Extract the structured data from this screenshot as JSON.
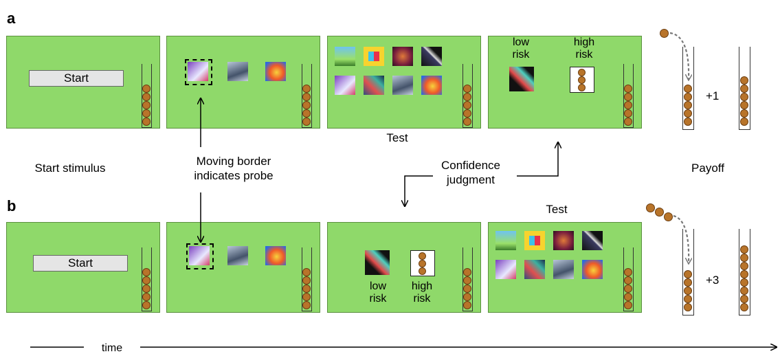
{
  "panels": {
    "a": "a",
    "b": "b"
  },
  "labels": {
    "start_button": "Start",
    "start_stimulus": "Start stimulus",
    "moving_border_line1": "Moving border",
    "moving_border_line2": "indicates probe",
    "test": "Test",
    "confidence_line1": "Confidence",
    "confidence_line2": "judgment",
    "payoff": "Payoff",
    "low": "low",
    "high": "high",
    "risk": "risk",
    "time": "time"
  },
  "payoffs": {
    "a": "+1",
    "b": "+3"
  },
  "colors": {
    "screen": "#8fd96a",
    "coin": "#b8742a",
    "arrow": "#000000"
  },
  "icons": [
    "train-icon",
    "crowd-photo-icon",
    "heatmap-icon",
    "tree-icon",
    "lemon-icon",
    "cactus-icon",
    "rocket-icon",
    "abstract-icon"
  ]
}
